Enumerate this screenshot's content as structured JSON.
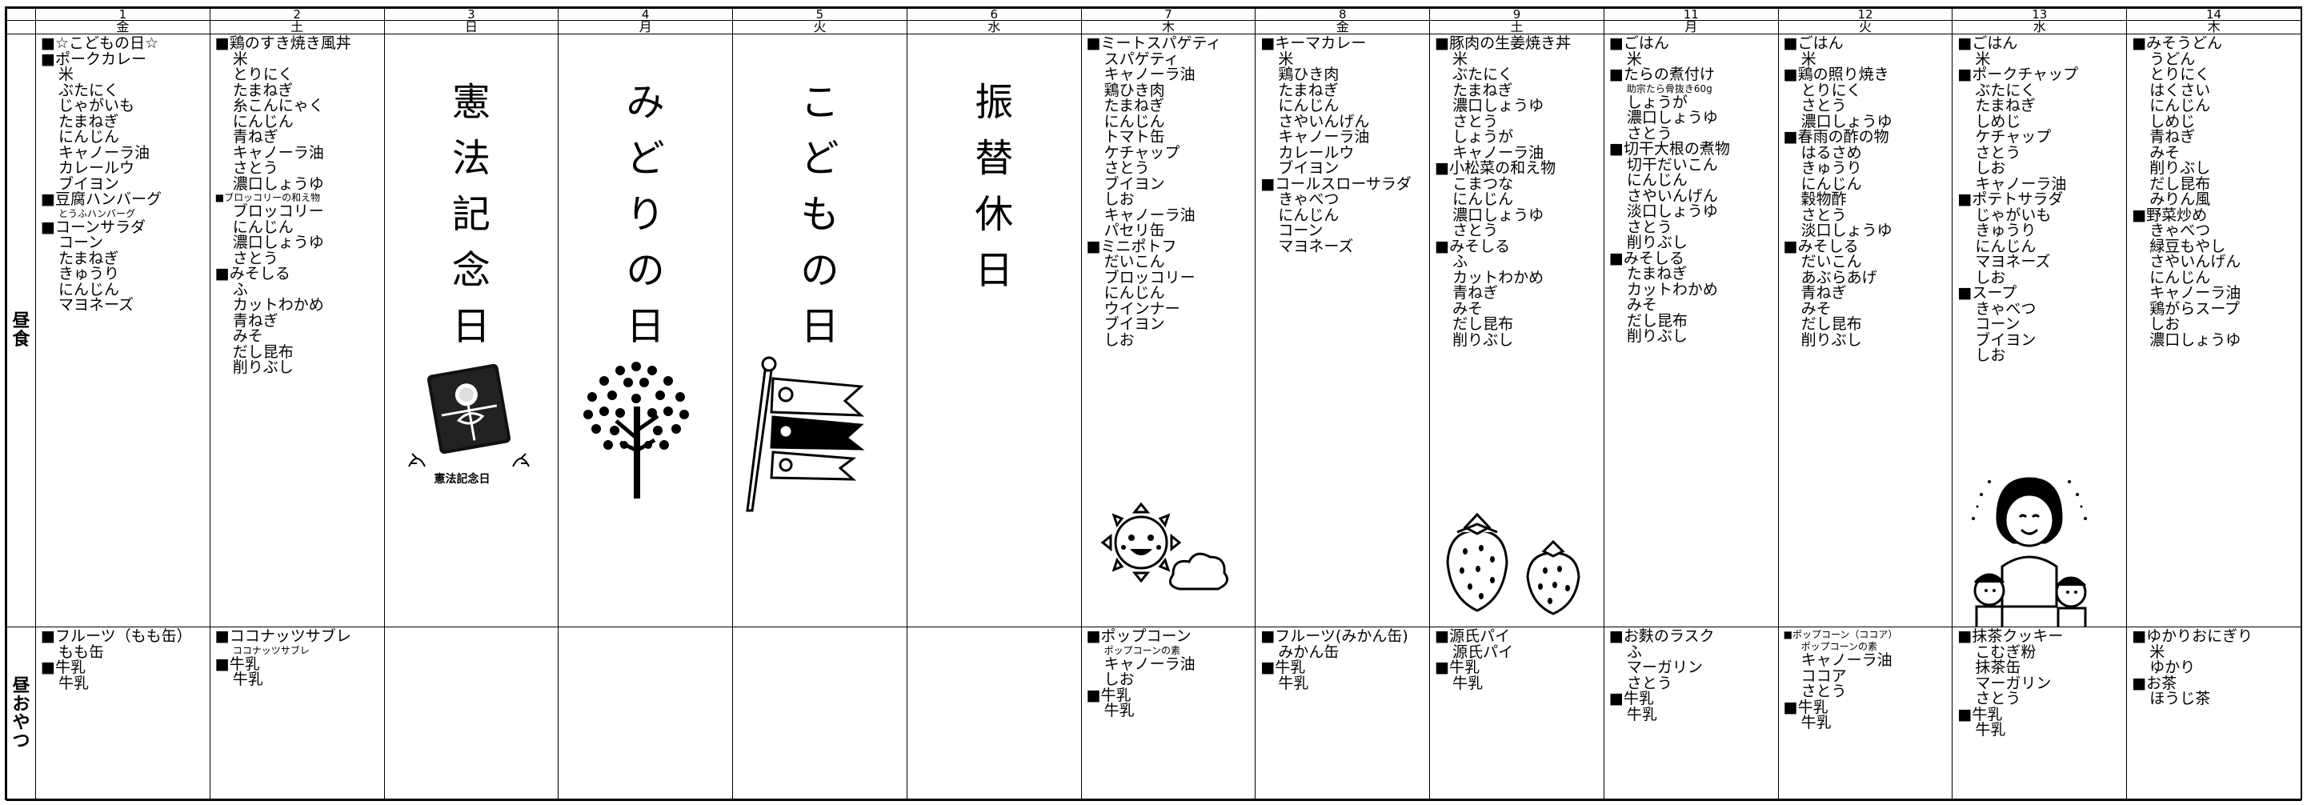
{
  "side_labels": {
    "lunch": [
      "昼",
      "食"
    ],
    "snack": [
      "昼",
      "お",
      "や",
      "つ"
    ]
  },
  "days": [
    {
      "num": "1",
      "dow": "金",
      "lunch": [
        {
          "t": "■☆こどもの日☆",
          "k": "dish"
        },
        {
          "t": "■ポークカレー",
          "k": "dish"
        },
        {
          "t": "米",
          "k": "ing"
        },
        {
          "t": "ぶたにく",
          "k": "ing"
        },
        {
          "t": "じゃがいも",
          "k": "ing"
        },
        {
          "t": "たまねぎ",
          "k": "ing"
        },
        {
          "t": "にんじん",
          "k": "ing"
        },
        {
          "t": "キャノーラ油",
          "k": "ing"
        },
        {
          "t": "カレールウ",
          "k": "ing"
        },
        {
          "t": "ブイヨン",
          "k": "ing"
        },
        {
          "t": "■豆腐ハンバーグ",
          "k": "dish"
        },
        {
          "t": "とうふハンバーグ",
          "k": "small"
        },
        {
          "t": "■コーンサラダ",
          "k": "dish"
        },
        {
          "t": "コーン",
          "k": "ing"
        },
        {
          "t": "たまねぎ",
          "k": "ing"
        },
        {
          "t": "きゅうり",
          "k": "ing"
        },
        {
          "t": "にんじん",
          "k": "ing"
        },
        {
          "t": "マヨネーズ",
          "k": "ing"
        }
      ],
      "snack": [
        {
          "t": "■フルーツ（もも缶）",
          "k": "dish"
        },
        {
          "t": "もも缶",
          "k": "ing"
        },
        {
          "t": "■牛乳",
          "k": "dish"
        },
        {
          "t": "牛乳",
          "k": "ing"
        }
      ]
    },
    {
      "num": "2",
      "dow": "土",
      "lunch": [
        {
          "t": "■鶏のすき焼き風丼",
          "k": "dish"
        },
        {
          "t": "米",
          "k": "ing"
        },
        {
          "t": "とりにく",
          "k": "ing"
        },
        {
          "t": "たまねぎ",
          "k": "ing"
        },
        {
          "t": "糸こんにゃく",
          "k": "ing"
        },
        {
          "t": "にんじん",
          "k": "ing"
        },
        {
          "t": "青ねぎ",
          "k": "ing"
        },
        {
          "t": "キャノーラ油",
          "k": "ing"
        },
        {
          "t": "さとう",
          "k": "ing"
        },
        {
          "t": "濃口しょうゆ",
          "k": "ing"
        },
        {
          "t": "■ブロッコリーの和え物",
          "k": "dishsmall"
        },
        {
          "t": "ブロッコリー",
          "k": "ing"
        },
        {
          "t": "にんじん",
          "k": "ing"
        },
        {
          "t": "濃口しょうゆ",
          "k": "ing"
        },
        {
          "t": "さとう",
          "k": "ing"
        },
        {
          "t": "■みそしる",
          "k": "dish"
        },
        {
          "t": "ふ",
          "k": "ing"
        },
        {
          "t": "カットわかめ",
          "k": "ing"
        },
        {
          "t": "青ねぎ",
          "k": "ing"
        },
        {
          "t": "みそ",
          "k": "ing"
        },
        {
          "t": "だし昆布",
          "k": "ing"
        },
        {
          "t": "削りぶし",
          "k": "ing"
        }
      ],
      "snack": [
        {
          "t": "■ココナッツサブレ",
          "k": "dish"
        },
        {
          "t": "ココナッツサブレ",
          "k": "small"
        },
        {
          "t": "■牛乳",
          "k": "dish"
        },
        {
          "t": "牛乳",
          "k": "ing"
        }
      ]
    },
    {
      "num": "3",
      "dow": "日",
      "holiday": [
        "憲",
        "法",
        "記",
        "念",
        "日"
      ],
      "stamp": "憲法記念日",
      "lunch": [],
      "snack": []
    },
    {
      "num": "4",
      "dow": "月",
      "holiday": [
        "み",
        "ど",
        "り",
        "の",
        "日"
      ],
      "lunch": [],
      "snack": []
    },
    {
      "num": "5",
      "dow": "火",
      "holiday": [
        "こ",
        "ど",
        "も",
        "の",
        "日"
      ],
      "lunch": [],
      "snack": []
    },
    {
      "num": "6",
      "dow": "水",
      "holiday": [
        "振",
        "替",
        "休",
        "日"
      ],
      "lunch": [],
      "snack": []
    },
    {
      "num": "7",
      "dow": "木",
      "lunch": [
        {
          "t": "■ミートスパゲティ",
          "k": "dish"
        },
        {
          "t": "スパゲティ",
          "k": "ing"
        },
        {
          "t": "キャノーラ油",
          "k": "ing"
        },
        {
          "t": "鶏ひき肉",
          "k": "ing"
        },
        {
          "t": "たまねぎ",
          "k": "ing"
        },
        {
          "t": "にんじん",
          "k": "ing"
        },
        {
          "t": "トマト缶",
          "k": "ing"
        },
        {
          "t": "ケチャップ",
          "k": "ing"
        },
        {
          "t": "さとう",
          "k": "ing"
        },
        {
          "t": "ブイヨン",
          "k": "ing"
        },
        {
          "t": "しお",
          "k": "ing"
        },
        {
          "t": "キャノーラ油",
          "k": "ing"
        },
        {
          "t": "パセリ缶",
          "k": "ing"
        },
        {
          "t": "■ミニポトフ",
          "k": "dish"
        },
        {
          "t": "だいこん",
          "k": "ing"
        },
        {
          "t": "ブロッコリー",
          "k": "ing"
        },
        {
          "t": "にんじん",
          "k": "ing"
        },
        {
          "t": "ウインナー",
          "k": "ing"
        },
        {
          "t": "ブイヨン",
          "k": "ing"
        },
        {
          "t": "しお",
          "k": "ing"
        }
      ],
      "snack": [
        {
          "t": "■ポップコーン",
          "k": "dish"
        },
        {
          "t": "ポップコーンの素",
          "k": "small"
        },
        {
          "t": "キャノーラ油",
          "k": "ing"
        },
        {
          "t": "しお",
          "k": "ing"
        },
        {
          "t": "■牛乳",
          "k": "dish"
        },
        {
          "t": "牛乳",
          "k": "ing"
        }
      ]
    },
    {
      "num": "8",
      "dow": "金",
      "lunch": [
        {
          "t": "■キーマカレー",
          "k": "dish"
        },
        {
          "t": "米",
          "k": "ing"
        },
        {
          "t": "鶏ひき肉",
          "k": "ing"
        },
        {
          "t": "たまねぎ",
          "k": "ing"
        },
        {
          "t": "にんじん",
          "k": "ing"
        },
        {
          "t": "さやいんげん",
          "k": "ing"
        },
        {
          "t": "キャノーラ油",
          "k": "ing"
        },
        {
          "t": "カレールウ",
          "k": "ing"
        },
        {
          "t": "ブイヨン",
          "k": "ing"
        },
        {
          "t": "■コールスローサラダ",
          "k": "dish"
        },
        {
          "t": "きゃべつ",
          "k": "ing"
        },
        {
          "t": "にんじん",
          "k": "ing"
        },
        {
          "t": "コーン",
          "k": "ing"
        },
        {
          "t": "マヨネーズ",
          "k": "ing"
        }
      ],
      "snack": [
        {
          "t": "■フルーツ(みかん缶)",
          "k": "dish"
        },
        {
          "t": "みかん缶",
          "k": "ing"
        },
        {
          "t": "■牛乳",
          "k": "dish"
        },
        {
          "t": "牛乳",
          "k": "ing"
        }
      ]
    },
    {
      "num": "9",
      "dow": "土",
      "lunch": [
        {
          "t": "■豚肉の生姜焼き丼",
          "k": "dish"
        },
        {
          "t": "米",
          "k": "ing"
        },
        {
          "t": "ぶたにく",
          "k": "ing"
        },
        {
          "t": "たまねぎ",
          "k": "ing"
        },
        {
          "t": "濃口しょうゆ",
          "k": "ing"
        },
        {
          "t": "さとう",
          "k": "ing"
        },
        {
          "t": "しょうが",
          "k": "ing"
        },
        {
          "t": "キャノーラ油",
          "k": "ing"
        },
        {
          "t": "■小松菜の和え物",
          "k": "dish"
        },
        {
          "t": "こまつな",
          "k": "ing"
        },
        {
          "t": "にんじん",
          "k": "ing"
        },
        {
          "t": "濃口しょうゆ",
          "k": "ing"
        },
        {
          "t": "さとう",
          "k": "ing"
        },
        {
          "t": "■みそしる",
          "k": "dish"
        },
        {
          "t": "ふ",
          "k": "ing"
        },
        {
          "t": "カットわかめ",
          "k": "ing"
        },
        {
          "t": "青ねぎ",
          "k": "ing"
        },
        {
          "t": "みそ",
          "k": "ing"
        },
        {
          "t": "だし昆布",
          "k": "ing"
        },
        {
          "t": "削りぶし",
          "k": "ing"
        }
      ],
      "snack": [
        {
          "t": "■源氏パイ",
          "k": "dish"
        },
        {
          "t": "源氏パイ",
          "k": "ing"
        },
        {
          "t": "■牛乳",
          "k": "dish"
        },
        {
          "t": "牛乳",
          "k": "ing"
        }
      ]
    },
    {
      "num": "11",
      "dow": "月",
      "lunch": [
        {
          "t": "■ごはん",
          "k": "dish"
        },
        {
          "t": "米",
          "k": "ing"
        },
        {
          "t": "■たらの煮付け",
          "k": "dish"
        },
        {
          "t": "助宗たら骨抜き60g",
          "k": "small"
        },
        {
          "t": "しょうが",
          "k": "ing"
        },
        {
          "t": "濃口しょうゆ",
          "k": "ing"
        },
        {
          "t": "さとう",
          "k": "ing"
        },
        {
          "t": "■切干大根の煮物",
          "k": "dish"
        },
        {
          "t": "切干だいこん",
          "k": "ing"
        },
        {
          "t": "にんじん",
          "k": "ing"
        },
        {
          "t": "さやいんげん",
          "k": "ing"
        },
        {
          "t": "淡口しょうゆ",
          "k": "ing"
        },
        {
          "t": "さとう",
          "k": "ing"
        },
        {
          "t": "削りぶし",
          "k": "ing"
        },
        {
          "t": "■みそしる",
          "k": "dish"
        },
        {
          "t": "たまねぎ",
          "k": "ing"
        },
        {
          "t": "カットわかめ",
          "k": "ing"
        },
        {
          "t": "みそ",
          "k": "ing"
        },
        {
          "t": "だし昆布",
          "k": "ing"
        },
        {
          "t": "削りぶし",
          "k": "ing"
        }
      ],
      "snack": [
        {
          "t": "■お麩のラスク",
          "k": "dish"
        },
        {
          "t": "ふ",
          "k": "ing"
        },
        {
          "t": "マーガリン",
          "k": "ing"
        },
        {
          "t": "さとう",
          "k": "ing"
        },
        {
          "t": "■牛乳",
          "k": "dish"
        },
        {
          "t": "牛乳",
          "k": "ing"
        }
      ]
    },
    {
      "num": "12",
      "dow": "火",
      "lunch": [
        {
          "t": "■ごはん",
          "k": "dish"
        },
        {
          "t": "米",
          "k": "ing"
        },
        {
          "t": "■鶏の照り焼き",
          "k": "dish"
        },
        {
          "t": "とりにく",
          "k": "ing"
        },
        {
          "t": "さとう",
          "k": "ing"
        },
        {
          "t": "濃口しょうゆ",
          "k": "ing"
        },
        {
          "t": "■春雨の酢の物",
          "k": "dish"
        },
        {
          "t": "はるさめ",
          "k": "ing"
        },
        {
          "t": "きゅうり",
          "k": "ing"
        },
        {
          "t": "にんじん",
          "k": "ing"
        },
        {
          "t": "穀物酢",
          "k": "ing"
        },
        {
          "t": "さとう",
          "k": "ing"
        },
        {
          "t": "淡口しょうゆ",
          "k": "ing"
        },
        {
          "t": "■みそしる",
          "k": "dish"
        },
        {
          "t": "だいこん",
          "k": "ing"
        },
        {
          "t": "あぶらあげ",
          "k": "ing"
        },
        {
          "t": "青ねぎ",
          "k": "ing"
        },
        {
          "t": "みそ",
          "k": "ing"
        },
        {
          "t": "だし昆布",
          "k": "ing"
        },
        {
          "t": "削りぶし",
          "k": "ing"
        }
      ],
      "snack": [
        {
          "t": "■ポップコーン（ココア）",
          "k": "dishsmall"
        },
        {
          "t": "ポップコーンの素",
          "k": "small"
        },
        {
          "t": "キャノーラ油",
          "k": "ing"
        },
        {
          "t": "ココア",
          "k": "ing"
        },
        {
          "t": "さとう",
          "k": "ing"
        },
        {
          "t": "■牛乳",
          "k": "dish"
        },
        {
          "t": "牛乳",
          "k": "ing"
        }
      ]
    },
    {
      "num": "13",
      "dow": "水",
      "lunch": [
        {
          "t": "■ごはん",
          "k": "dish"
        },
        {
          "t": "米",
          "k": "ing"
        },
        {
          "t": "■ポークチャップ",
          "k": "dish"
        },
        {
          "t": "ぶたにく",
          "k": "ing"
        },
        {
          "t": "たまねぎ",
          "k": "ing"
        },
        {
          "t": "しめじ",
          "k": "ing"
        },
        {
          "t": "ケチャップ",
          "k": "ing"
        },
        {
          "t": "さとう",
          "k": "ing"
        },
        {
          "t": "しお",
          "k": "ing"
        },
        {
          "t": "キャノーラ油",
          "k": "ing"
        },
        {
          "t": "■ポテトサラダ",
          "k": "dish"
        },
        {
          "t": "じゃがいも",
          "k": "ing"
        },
        {
          "t": "きゅうり",
          "k": "ing"
        },
        {
          "t": "にんじん",
          "k": "ing"
        },
        {
          "t": "マヨネーズ",
          "k": "ing"
        },
        {
          "t": "しお",
          "k": "ing"
        },
        {
          "t": "■スープ",
          "k": "dish"
        },
        {
          "t": "きゃべつ",
          "k": "ing"
        },
        {
          "t": "コーン",
          "k": "ing"
        },
        {
          "t": "ブイヨン",
          "k": "ing"
        },
        {
          "t": "しお",
          "k": "ing"
        }
      ],
      "snack": [
        {
          "t": "■抹茶クッキー",
          "k": "dish"
        },
        {
          "t": "こむぎ粉",
          "k": "ing"
        },
        {
          "t": "抹茶缶",
          "k": "ing"
        },
        {
          "t": "マーガリン",
          "k": "ing"
        },
        {
          "t": "さとう",
          "k": "ing"
        },
        {
          "t": "■牛乳",
          "k": "dish"
        },
        {
          "t": "牛乳",
          "k": "ing"
        }
      ]
    },
    {
      "num": "14",
      "dow": "木",
      "lunch": [
        {
          "t": "■みそうどん",
          "k": "dish"
        },
        {
          "t": "うどん",
          "k": "ing"
        },
        {
          "t": "とりにく",
          "k": "ing"
        },
        {
          "t": "はくさい",
          "k": "ing"
        },
        {
          "t": "にんじん",
          "k": "ing"
        },
        {
          "t": "しめじ",
          "k": "ing"
        },
        {
          "t": "青ねぎ",
          "k": "ing"
        },
        {
          "t": "みそ",
          "k": "ing"
        },
        {
          "t": "削りぶし",
          "k": "ing"
        },
        {
          "t": "だし昆布",
          "k": "ing"
        },
        {
          "t": "みりん風",
          "k": "ing"
        },
        {
          "t": "■野菜炒め",
          "k": "dish"
        },
        {
          "t": "きゃべつ",
          "k": "ing"
        },
        {
          "t": "緑豆もやし",
          "k": "ing"
        },
        {
          "t": "さやいんげん",
          "k": "ing"
        },
        {
          "t": "にんじん",
          "k": "ing"
        },
        {
          "t": "キャノーラ油",
          "k": "ing"
        },
        {
          "t": "鶏がらスープ",
          "k": "ing"
        },
        {
          "t": "しお",
          "k": "ing"
        },
        {
          "t": "濃口しょうゆ",
          "k": "ing"
        }
      ],
      "snack": [
        {
          "t": "■ゆかりおにぎり",
          "k": "dish"
        },
        {
          "t": "米",
          "k": "ing"
        },
        {
          "t": "ゆかり",
          "k": "ing"
        },
        {
          "t": "■お茶",
          "k": "dish"
        },
        {
          "t": "ほうじ茶",
          "k": "ing"
        }
      ]
    }
  ],
  "illustrations": {
    "d3": "constitution-book-icon",
    "d4": "tree-icon",
    "d5": "koinobori-icon",
    "d7": "sun-cloud-icon",
    "d9": "strawberry-icon",
    "d13": "family-icon"
  }
}
